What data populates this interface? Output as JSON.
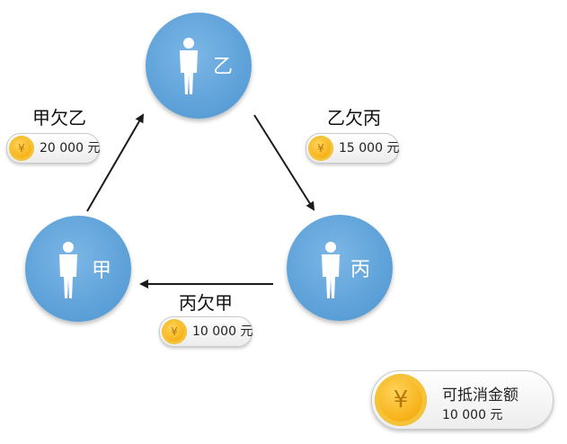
{
  "nodes": {
    "yi": {
      "name": "乙"
    },
    "jia": {
      "name": "甲"
    },
    "bing": {
      "name": "丙"
    }
  },
  "debts": [
    {
      "label": "甲欠乙",
      "amount": "20 000 元"
    },
    {
      "label": "乙欠丙",
      "amount": "15 000 元"
    },
    {
      "label": "丙欠甲",
      "amount": "10 000 元"
    }
  ],
  "coin_symbol": "¥",
  "legend": {
    "title": "可抵消金额",
    "amount": "10 000 元"
  },
  "colors": {
    "node": "#5a9fd7",
    "coin": "#f7b219",
    "arrow": "#1a1a1a"
  }
}
